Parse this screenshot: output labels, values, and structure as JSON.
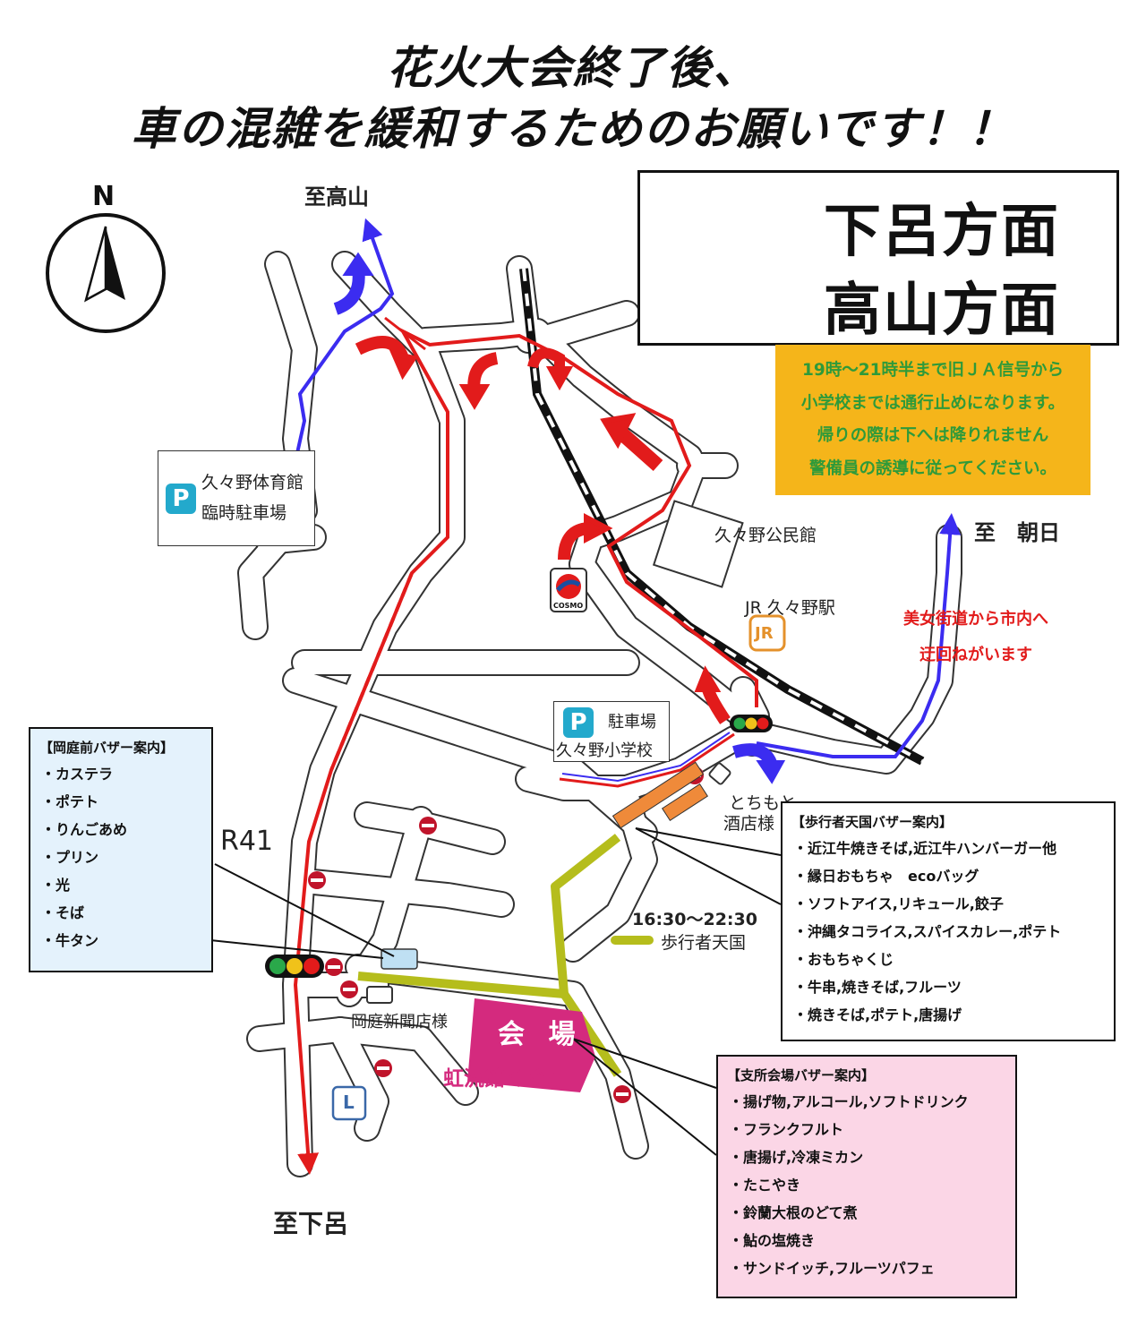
{
  "title": {
    "line1": "花火大会終了後、",
    "line2": "車の混雑を緩和するためのお願いです！！"
  },
  "compass": {
    "label": "N"
  },
  "legend": {
    "red_label": "下呂方面",
    "blue_label": "高山方面",
    "red_color": "#ff0000",
    "blue_color": "#3b2cf0"
  },
  "notice": {
    "lines": [
      "19時～21時半まで旧ＪＡ信号から",
      "小学校までは通行止めになります。",
      "帰りの際は下へは降りれません",
      "警備員の誘導に従ってください。"
    ],
    "bg_color": "#f5b51a",
    "text_color": "#2e9a3a"
  },
  "places": {
    "to_takayama": "至高山",
    "to_asahi": "至　朝日",
    "to_gero": "至下呂",
    "gym_parking_line1": "久々野体育館",
    "gym_parking_line2": "臨時駐車場",
    "community_hall": "久々野公民館",
    "station": "JR 久々野駅",
    "school_parking_line1": "駐車場",
    "school_parking_line2": "久々野小学校",
    "sake_shop_line1": "とちもと",
    "sake_shop_line2": "酒店様",
    "newspaper_shop": "岡庭新聞店様",
    "route": "R41",
    "venue": "会 場",
    "venue_hall": "虹流館くぐの",
    "cosmo": "COSMO",
    "jr_icon": "JR",
    "lawson_icon": "L",
    "parking_icon": "P"
  },
  "detour": {
    "line1": "美女街道から市内へ",
    "line2": "迂回ねがいます"
  },
  "pedestrian": {
    "time": "16:30～22:30",
    "label": "歩行者天国",
    "color": "#b5bd1c"
  },
  "okaniwa_bazaar": {
    "header": "【岡庭前バザー案内】",
    "items": [
      "・カステラ",
      "・ポテト",
      "・りんごあめ",
      "・プリン",
      "・光",
      "・そば",
      "・牛タン"
    ],
    "bg_color": "#e4f2fc"
  },
  "pedestrian_bazaar": {
    "header": "【歩行者天国バザー案内】",
    "items": [
      "・近江牛焼きそば,近江牛ハンバーガー他",
      "・縁日おもちゃ　ecoバッグ",
      "・ソフトアイス,リキュール,餃子",
      "・沖縄タコライス,スパイスカレー,ポテト",
      "・おもちゃくじ",
      "・牛串,焼きそば,フルーツ",
      "・焼きそば,ポテト,唐揚げ"
    ]
  },
  "branch_bazaar": {
    "header": "【支所会場バザー案内】",
    "items": [
      "・揚げ物,アルコール,ソフトドリンク",
      "・フランクフルト",
      "・唐揚げ,冷凍ミカン",
      "・たこやき",
      "・鈴蘭大根のどて煮",
      "・鮎の塩焼き",
      "・サンドイッチ,フルーツパフェ"
    ],
    "bg_color": "#fbd6e6"
  }
}
